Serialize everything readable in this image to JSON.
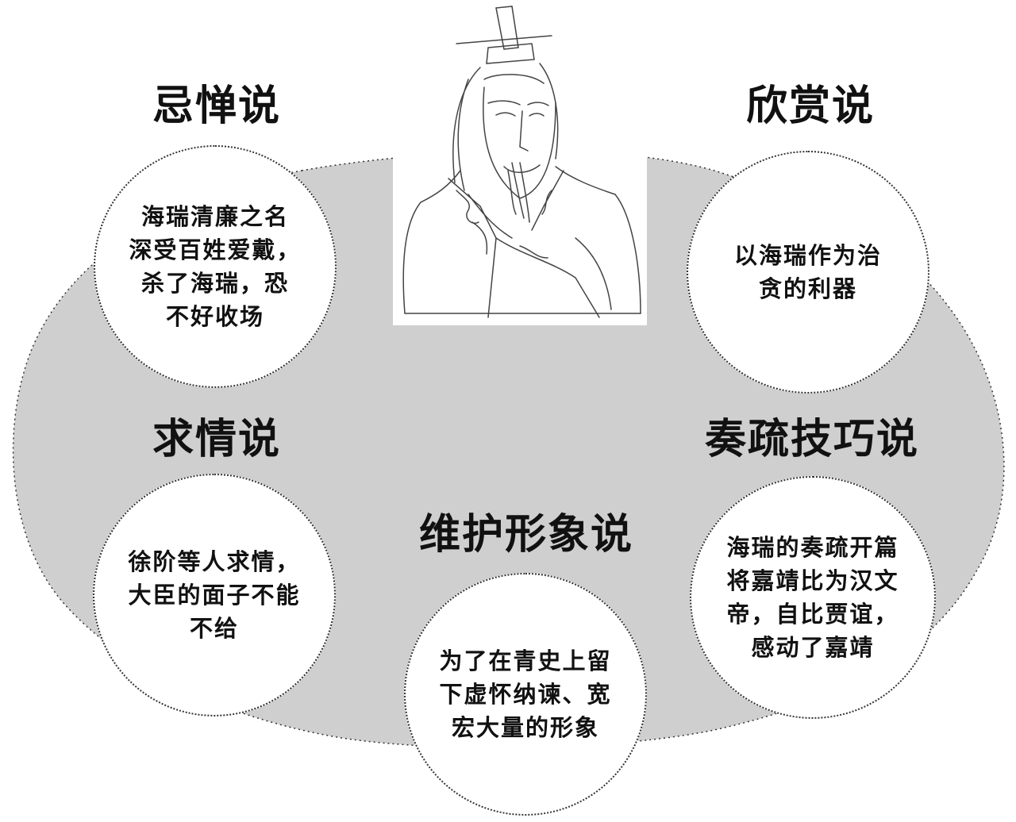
{
  "theories": [
    {
      "title": "忌惮说",
      "text": "海瑞清廉之名\n深受百姓爱戴，\n杀了海瑞，恐\n不好收场"
    },
    {
      "title": "欣赏说",
      "text": "以海瑞作为治\n贪的利器"
    },
    {
      "title": "求情说",
      "text": "徐阶等人求情，\n大臣的面子不能\n不给"
    },
    {
      "title": "奏疏技巧说",
      "text": "海瑞的奏疏开篇\n将嘉靖比为汉文\n帝，自比贾谊，\n感动了嘉靖"
    },
    {
      "title": "维护形象说",
      "text": "为了在青史上留\n下虚怀纳谏、宽\n宏大量的形象"
    }
  ],
  "colors": {
    "blob": "#cfcfcf",
    "line": "#333333"
  }
}
